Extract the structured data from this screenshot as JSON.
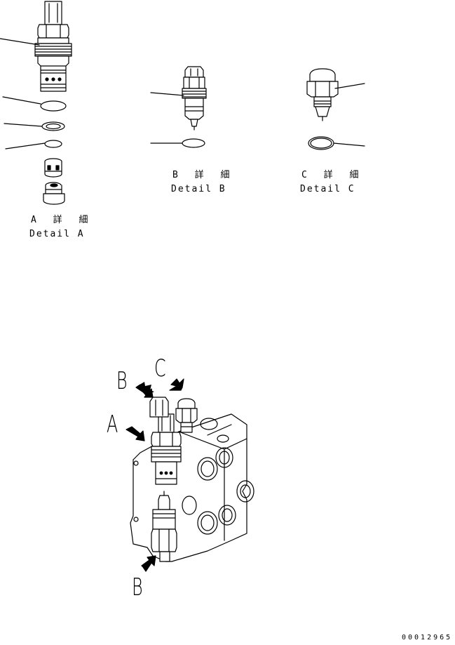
{
  "details": {
    "a": {
      "jp": "A 詳 細",
      "en": "Detail A"
    },
    "b": {
      "jp": "B 詳 細",
      "en": "Detail B"
    },
    "c": {
      "jp": "C 詳 細",
      "en": "Detail C"
    }
  },
  "callouts": {
    "a": "A",
    "b_top": "B",
    "c": "C",
    "b_bottom": "B"
  },
  "drawing_number": "00012965"
}
